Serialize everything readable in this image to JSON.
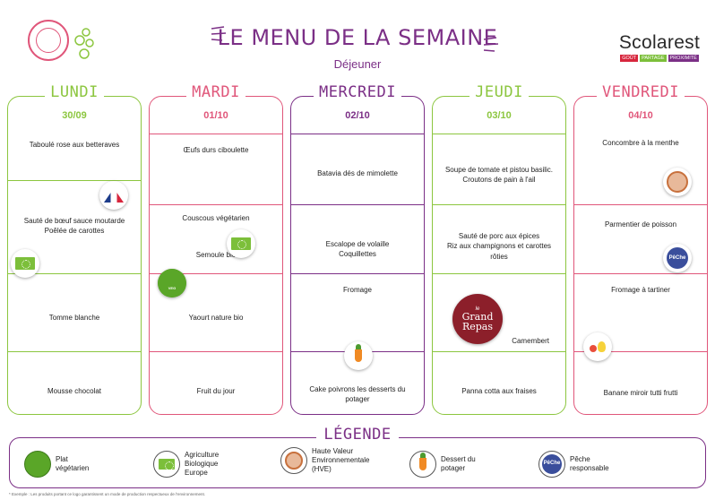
{
  "header": {
    "title": "LE MENU DE LA SEMAINE",
    "subtitle": "Déjeuner",
    "brand_name": "Scolarest",
    "brand_tags": [
      "GOÛT",
      "PARTAGE",
      "PROXIMITÉ"
    ],
    "brand_tag_colors": [
      "#d7263d",
      "#7cbf3a",
      "#7b2f86"
    ]
  },
  "days": [
    {
      "name": "LUNDI",
      "date": "30/09",
      "color": "#8cc63f",
      "items": [
        "Taboulé rose aux betteraves",
        "Sauté de bœuf sauce moutarde\nPoêlée de carottes",
        "Tomme blanche",
        "Mousse chocolat"
      ]
    },
    {
      "name": "MARDI",
      "date": "01/10",
      "color": "#e0567a",
      "items": [
        "Œufs durs ciboulette",
        "Couscous végétarien",
        "Semoule bio",
        "Yaourt nature bio",
        "Fruit du jour"
      ]
    },
    {
      "name": "MERCREDI",
      "date": "02/10",
      "color": "#7b2f86",
      "items": [
        "Batavia dés de mimolette",
        "Escalope de volaille\nCoquillettes",
        "Fromage",
        "Cake poivrons les desserts du potager"
      ]
    },
    {
      "name": "JEUDI",
      "date": "03/10",
      "color": "#8cc63f",
      "items": [
        "Soupe de tomate et pistou basilic.\nCroutons de pain à l'ail",
        "Sauté de porc aux épices\nRiz aux champignons et carottes rôties",
        "Camembert",
        "Panna cotta aux fraises"
      ]
    },
    {
      "name": "VENDREDI",
      "date": "04/10",
      "color": "#e0567a",
      "items": [
        "Concombre à la menthe",
        "Parmentier de poisson",
        "Fromage à tartiner",
        "Banane miroir tutti frutti"
      ]
    }
  ],
  "badges": {
    "grand_repas_small": "le",
    "grand_repas_big_1": "Grand",
    "grand_repas_big_2": "Repas",
    "peche_short": "PêChe"
  },
  "legend": {
    "title": "LÉGENDE",
    "items": [
      {
        "icon": "vegetarian-icon",
        "label": "Plat\nvégétarien"
      },
      {
        "icon": "eu-organic-leaf-icon",
        "label": "Agriculture\nBiologique\nEurope"
      },
      {
        "icon": "hve-icon",
        "label": "Haute Valeur\nEnvironnementale\n(HVE)"
      },
      {
        "icon": "carrot-icon",
        "label": "Dessert du\npotager"
      },
      {
        "icon": "fish-icon",
        "label": "Pêche\nresponsable"
      }
    ]
  },
  "footnote": "* Exemple : Les produits portant ce logo garantissent un mode de production respectueux de l'environnement."
}
